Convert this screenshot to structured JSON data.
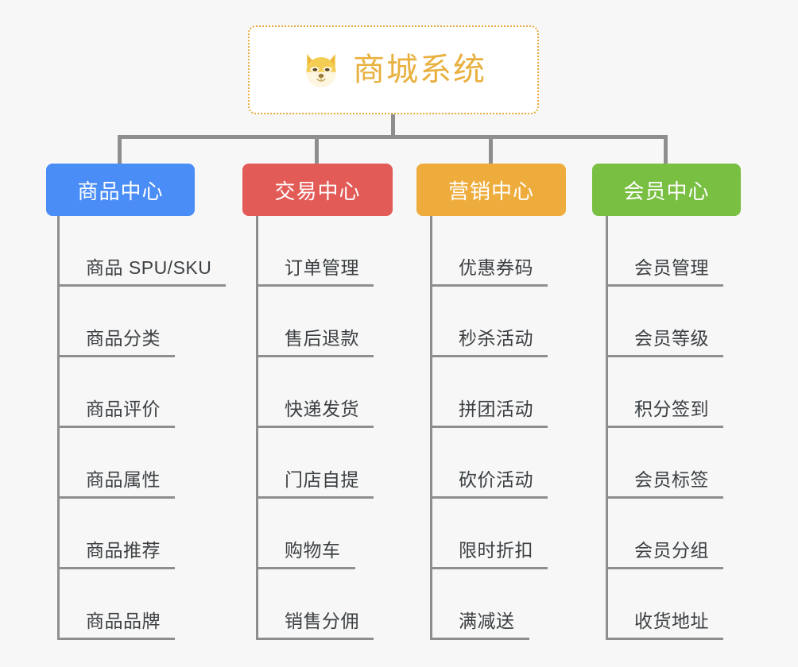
{
  "canvas": {
    "background_color": "#f7f7f7",
    "connector_color": "#8e8e8e"
  },
  "root": {
    "title": "商城系统",
    "icon": "shiba-dog-face-emoji",
    "text_color": "#e8b03e",
    "border_color": "#e8a93a",
    "fill_color": "#ffffff"
  },
  "branches": [
    {
      "label": "商品中心",
      "color": "#4a8df6",
      "items": [
        "商品 SPU/SKU",
        "商品分类",
        "商品评价",
        "商品属性",
        "商品推荐",
        "商品品牌"
      ]
    },
    {
      "label": "交易中心",
      "color": "#e35b56",
      "items": [
        "订单管理",
        "售后退款",
        "快递发货",
        "门店自提",
        "购物车",
        "销售分佣"
      ]
    },
    {
      "label": "营销中心",
      "color": "#eeac3c",
      "items": [
        "优惠券码",
        "秒杀活动",
        "拼团活动",
        "砍价活动",
        "限时折扣",
        "满减送"
      ]
    },
    {
      "label": "会员中心",
      "color": "#79bf42",
      "items": [
        "会员管理",
        "会员等级",
        "积分签到",
        "会员标签",
        "会员分组",
        "收货地址"
      ]
    }
  ]
}
